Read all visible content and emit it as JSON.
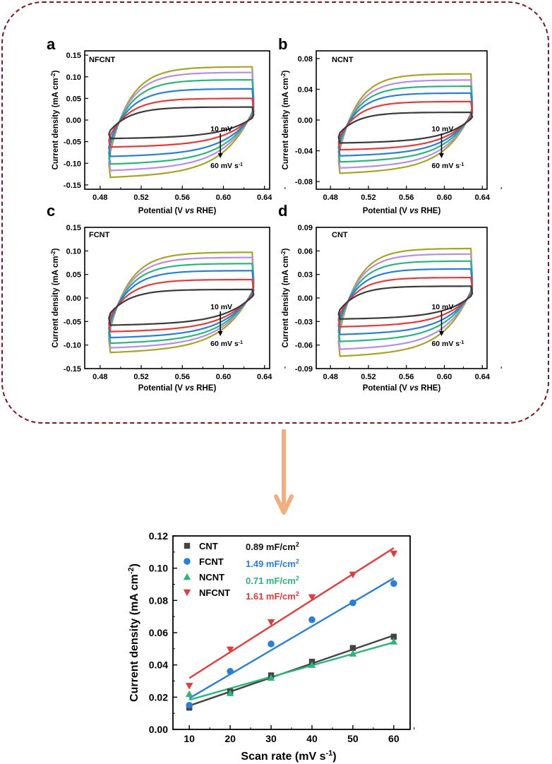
{
  "colors": {
    "frame": "#7b1820",
    "arrow": "#f2ae7c",
    "cv_series": [
      "#3a3a3a",
      "#e23b3b",
      "#2a7fd4",
      "#2bb57a",
      "#b78ee2",
      "#a8a426"
    ],
    "CNT": "#444444",
    "FCNT": "#2a7fd4",
    "NCNT": "#2bb57a",
    "NFCNT": "#e23b3b"
  },
  "cv_common": {
    "xlabel_pre": "Potential (V ",
    "xlabel_em": "vs",
    "xlabel_post": " RHE)",
    "ylabel": "Current density (mA cm",
    "ylabel_sup": "-2",
    "ylabel_close": ")",
    "xticks": [
      "0.48",
      "0.52",
      "0.56",
      "0.60",
      "0.64"
    ],
    "annot_low": "10 mV",
    "annot_high": "60 mV s",
    "annot_high_sup": "-1"
  },
  "chart_data": [
    {
      "type": "line",
      "panel": "a",
      "title": "NFCNT",
      "xlim": [
        0.465,
        0.645
      ],
      "ylim": [
        -0.16,
        0.16
      ],
      "yticks": [
        "0.15",
        "0.10",
        "0.05",
        "0.00",
        "-0.05",
        "-0.10",
        "-0.15"
      ],
      "ytick_values": [
        0.15,
        0.1,
        0.05,
        0.0,
        -0.05,
        -0.1,
        -0.15
      ],
      "scan_rates": [
        10,
        20,
        30,
        40,
        50,
        60
      ],
      "upper_end": [
        0.03,
        0.05,
        0.072,
        0.093,
        0.11,
        0.123
      ],
      "lower_start": [
        -0.043,
        -0.063,
        -0.085,
        -0.103,
        -0.118,
        -0.134
      ]
    },
    {
      "type": "line",
      "panel": "b",
      "title": "NCNT",
      "xlim": [
        0.465,
        0.645
      ],
      "ylim": [
        -0.09,
        0.09
      ],
      "yticks": [
        "0.08",
        "0.04",
        "0.00",
        "-0.04",
        "-0.08"
      ],
      "ytick_values": [
        0.08,
        0.04,
        0.0,
        -0.04,
        -0.08
      ],
      "scan_rates": [
        10,
        20,
        30,
        40,
        50,
        60
      ],
      "upper_end": [
        0.01,
        0.024,
        0.035,
        0.044,
        0.052,
        0.06
      ],
      "lower_start": [
        -0.03,
        -0.039,
        -0.047,
        -0.055,
        -0.063,
        -0.07
      ]
    },
    {
      "type": "line",
      "panel": "c",
      "title": "FCNT",
      "xlim": [
        0.465,
        0.645
      ],
      "ylim": [
        -0.15,
        0.15
      ],
      "yticks": [
        "0.15",
        "0.10",
        "0.05",
        "0.00",
        "-0.05",
        "-0.10",
        "-0.15"
      ],
      "ytick_values": [
        0.15,
        0.1,
        0.05,
        0.0,
        -0.05,
        -0.1,
        -0.15
      ],
      "scan_rates": [
        10,
        20,
        30,
        40,
        50,
        60
      ],
      "upper_end": [
        0.018,
        0.039,
        0.058,
        0.073,
        0.086,
        0.097
      ],
      "lower_start": [
        -0.058,
        -0.072,
        -0.085,
        -0.097,
        -0.107,
        -0.117
      ]
    },
    {
      "type": "line",
      "panel": "d",
      "title": "CNT",
      "xlim": [
        0.465,
        0.645
      ],
      "ylim": [
        -0.09,
        0.09
      ],
      "yticks": [
        "0.09",
        "0.06",
        "0.03",
        "0.00",
        "-0.03",
        "-0.06",
        "-0.09"
      ],
      "ytick_values": [
        0.09,
        0.06,
        0.03,
        0.0,
        -0.03,
        -0.06,
        -0.09
      ],
      "scan_rates": [
        10,
        20,
        30,
        40,
        50,
        60
      ],
      "upper_end": [
        0.015,
        0.026,
        0.037,
        0.047,
        0.056,
        0.063
      ],
      "lower_start": [
        -0.027,
        -0.037,
        -0.047,
        -0.056,
        -0.066,
        -0.075
      ]
    },
    {
      "type": "scatter",
      "panel": "summary",
      "xlabel": "Scan rate (mV s",
      "xlabel_sup": "-1",
      "xlabel_close": ")",
      "ylabel": "Current density (mA cm",
      "ylabel_sup": "-2",
      "ylabel_close": ")",
      "xlim": [
        6,
        64
      ],
      "ylim": [
        0.0,
        0.12
      ],
      "xticks": [
        10,
        20,
        30,
        40,
        50,
        60
      ],
      "yticks": [
        "0.00",
        "0.02",
        "0.04",
        "0.06",
        "0.08",
        "0.10",
        "0.12"
      ],
      "ytick_values": [
        0.0,
        0.02,
        0.04,
        0.06,
        0.08,
        0.1,
        0.12
      ],
      "x": [
        10,
        20,
        30,
        40,
        50,
        60
      ],
      "series": [
        {
          "name": "CNT",
          "marker": "square",
          "values": [
            0.0135,
            0.0235,
            0.0335,
            0.042,
            0.0505,
            0.0575
          ],
          "fit": [
            0.0147,
            0.0583
          ],
          "label": "0.89 mF/cm",
          "label_sup": "2"
        },
        {
          "name": "FCNT",
          "marker": "circle",
          "values": [
            0.015,
            0.036,
            0.053,
            0.068,
            0.0785,
            0.0905
          ],
          "fit": [
            0.0193,
            0.0938
          ],
          "label": "1.49 mF/cm",
          "label_sup": "2"
        },
        {
          "name": "NCNT",
          "marker": "triangle-up",
          "values": [
            0.022,
            0.0225,
            0.032,
            0.04,
            0.047,
            0.0545
          ],
          "fit": [
            0.0183,
            0.054
          ],
          "label": "0.71 mF/cm",
          "label_sup": "2"
        },
        {
          "name": "NFCNT",
          "marker": "triangle-down",
          "values": [
            0.027,
            0.0495,
            0.0665,
            0.082,
            0.096,
            0.109
          ],
          "fit": [
            0.0318,
            0.1125
          ],
          "label": "1.61 mF/cm",
          "label_sup": "2"
        }
      ]
    }
  ]
}
